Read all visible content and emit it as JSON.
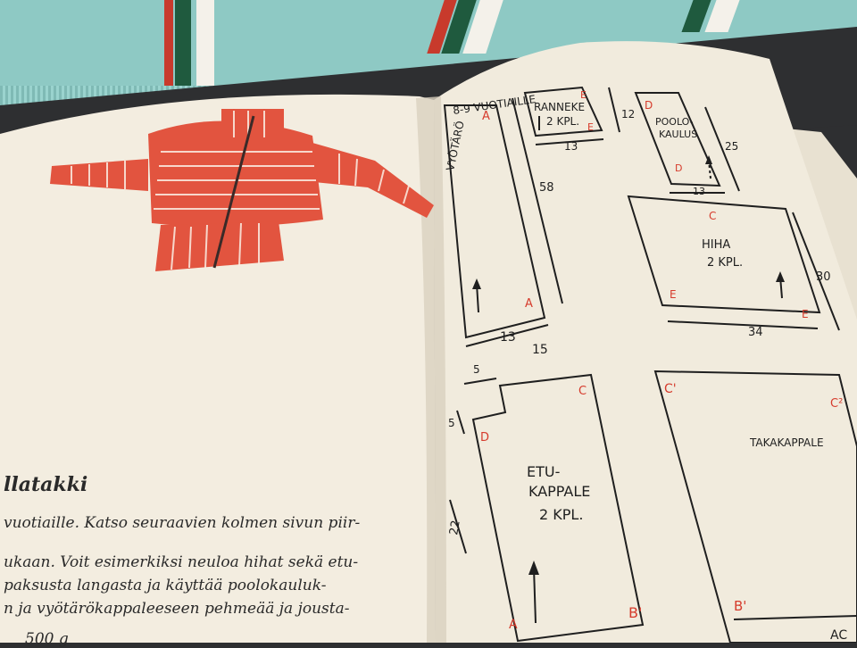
{
  "colors": {
    "rug": "#8ec9c4",
    "rug_stripe_green": "#1f5a3e",
    "rug_stripe_red": "#c83a2c",
    "paper": "#f2ecdf",
    "sweater": "#e2543f",
    "ink": "#1f1f1f",
    "label_red": "#d63b2c",
    "table": "#2e2f31"
  },
  "left_page": {
    "title": "llatakki",
    "lines": [
      "vuotiaille. Katso seuraavien kolmen sivun piir-",
      "ukaan. Voit esimerkiksi neuloa hihat sekä etu-",
      "paksusta langasta ja käyttää poolokauluk-",
      "n ja vyötärökappaleeseen pehmeää ja jousta-"
    ],
    "cut_text": "500 g"
  },
  "pattern": {
    "header": "8-9 VUOTIAILLE",
    "pieces": {
      "waist": {
        "name": "VYÖTÄRÖ",
        "top": "A",
        "bottom": "A",
        "height": "58",
        "width": "13",
        "outer": "15"
      },
      "cuff": {
        "name": "RANNEKE",
        "count": "2 KPL.",
        "corner": "E",
        "corner2": "E",
        "height": "12",
        "width": "13"
      },
      "collar": {
        "name": "POOLO-",
        "name2": "KAULUS",
        "top": "D",
        "bottom": "D",
        "height": "25",
        "width": "13"
      },
      "sleeve": {
        "name": "HIHA",
        "count": "2 KPL.",
        "top": "C",
        "left": "E",
        "right": "E",
        "height": "30",
        "width": "34"
      },
      "front": {
        "name": "ETU-",
        "name2": "KAPPALE",
        "count": "2 KPL.",
        "top": "C",
        "left": "D",
        "bottom_left": "A",
        "bottom_right": "B'",
        "notch_w": "5",
        "notch_h": "5",
        "height": "22"
      },
      "back": {
        "name": "TAKAKAPPALE",
        "top_left": "C'",
        "top_right": "C²",
        "bottom_left": "B'",
        "page_corner": "AC"
      }
    }
  }
}
